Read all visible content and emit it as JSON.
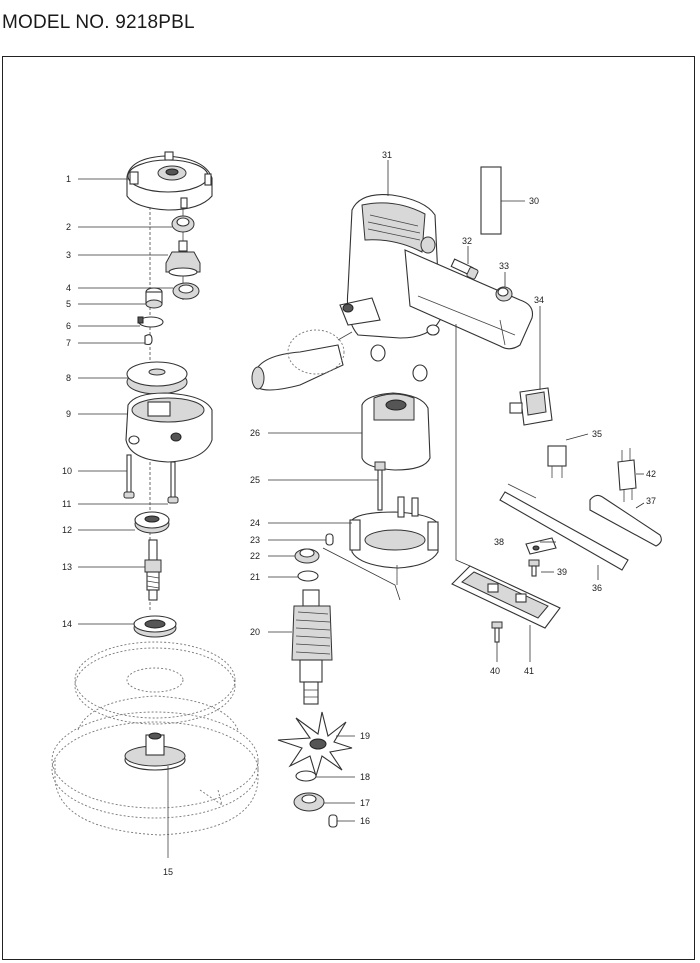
{
  "header": {
    "title": "MODEL NO. 9218PBL"
  },
  "callouts": [
    {
      "id": "1",
      "label": "1"
    },
    {
      "id": "2",
      "label": "2"
    },
    {
      "id": "3",
      "label": "3"
    },
    {
      "id": "4",
      "label": "4"
    },
    {
      "id": "5",
      "label": "5"
    },
    {
      "id": "6",
      "label": "6"
    },
    {
      "id": "7",
      "label": "7"
    },
    {
      "id": "8",
      "label": "8"
    },
    {
      "id": "9",
      "label": "9"
    },
    {
      "id": "10",
      "label": "10"
    },
    {
      "id": "11",
      "label": "11"
    },
    {
      "id": "12",
      "label": "12"
    },
    {
      "id": "13",
      "label": "13"
    },
    {
      "id": "14",
      "label": "14"
    },
    {
      "id": "15",
      "label": "15"
    },
    {
      "id": "16",
      "label": "16"
    },
    {
      "id": "17",
      "label": "17"
    },
    {
      "id": "18",
      "label": "18"
    },
    {
      "id": "19",
      "label": "19"
    },
    {
      "id": "20",
      "label": "20"
    },
    {
      "id": "21",
      "label": "21"
    },
    {
      "id": "22",
      "label": "22"
    },
    {
      "id": "23",
      "label": "23"
    },
    {
      "id": "24",
      "label": "24"
    },
    {
      "id": "25",
      "label": "25"
    },
    {
      "id": "26",
      "label": "26"
    },
    {
      "id": "30",
      "label": "30"
    },
    {
      "id": "31",
      "label": "31"
    },
    {
      "id": "32",
      "label": "32"
    },
    {
      "id": "33",
      "label": "33"
    },
    {
      "id": "34",
      "label": "34"
    },
    {
      "id": "35",
      "label": "35"
    },
    {
      "id": "36",
      "label": "36"
    },
    {
      "id": "37",
      "label": "37"
    },
    {
      "id": "38",
      "label": "38"
    },
    {
      "id": "39",
      "label": "39"
    },
    {
      "id": "40",
      "label": "40"
    },
    {
      "id": "41",
      "label": "41"
    },
    {
      "id": "42",
      "label": "42"
    }
  ]
}
